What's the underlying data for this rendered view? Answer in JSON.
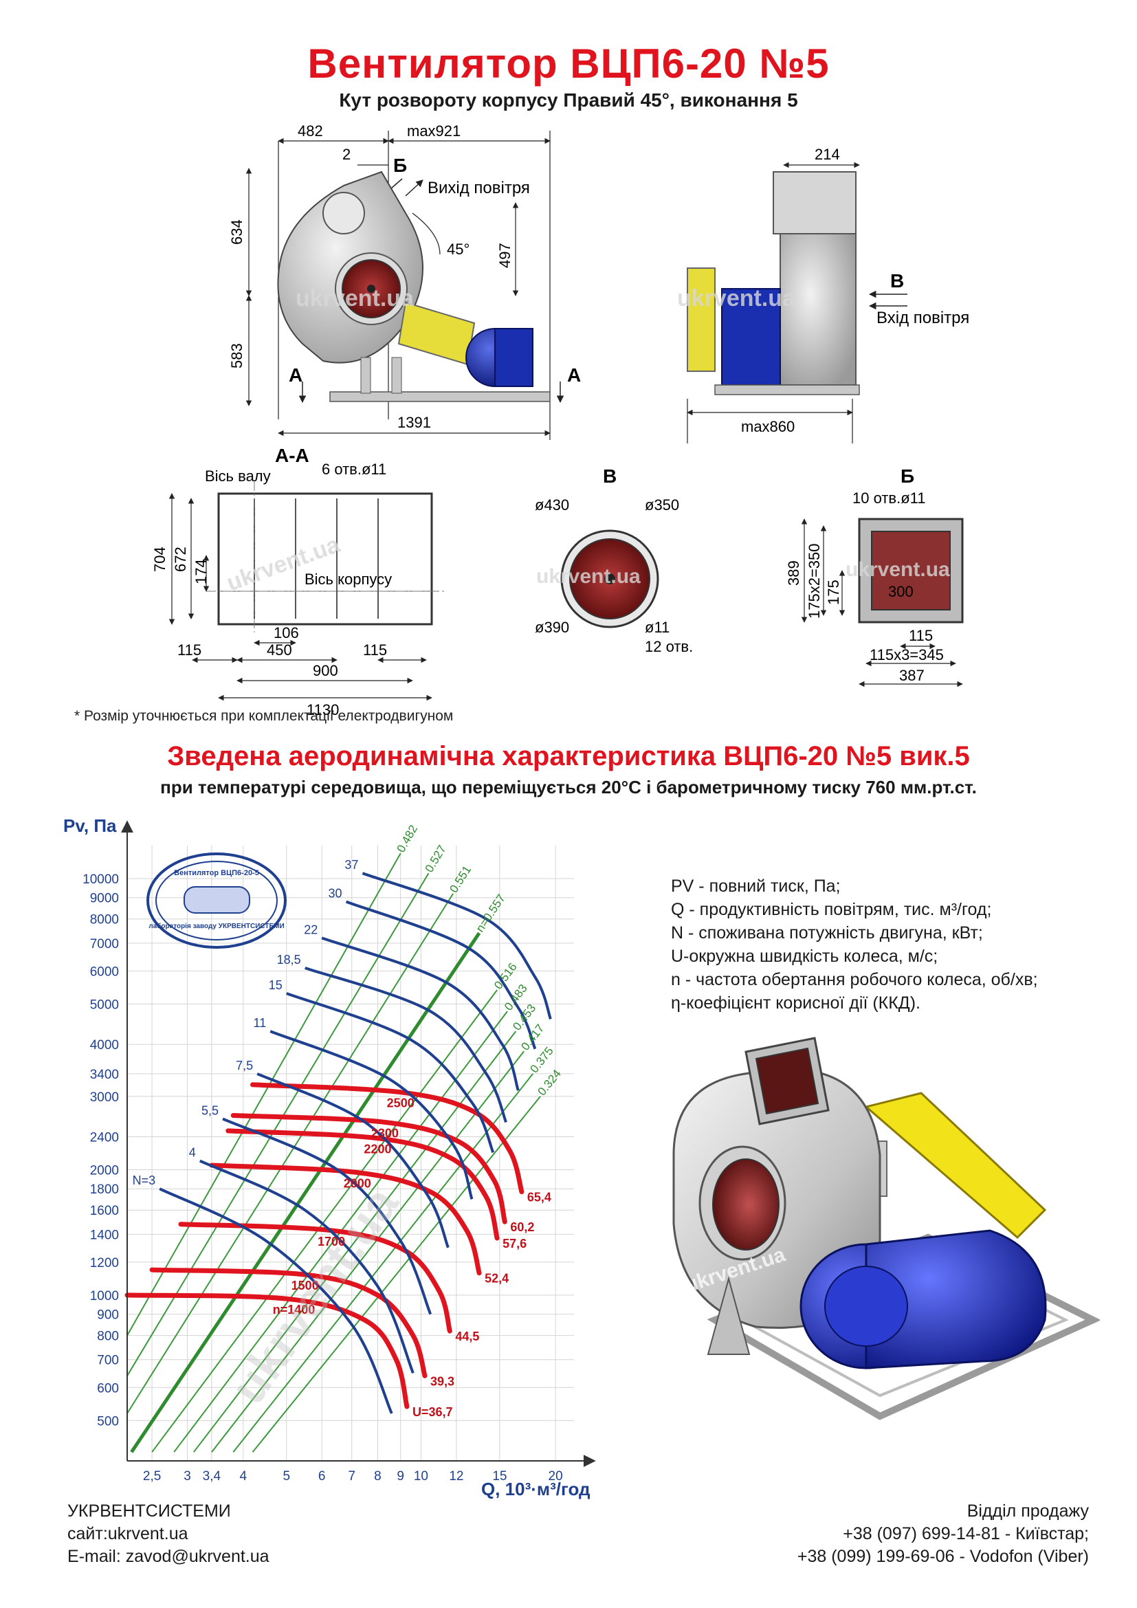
{
  "header": {
    "title": "Вентилятор  ВЦП6-20 №5",
    "subtitle": "Кут розвороту корпусу Правий 45°, виконання 5"
  },
  "drawings": {
    "front": {
      "d482": "482",
      "dmax921": "max921",
      "d2": "2",
      "labelB": "Б",
      "outlet": "Вихід повітря",
      "d634": "634",
      "d497": "497",
      "d45": "45°",
      "d583": "583",
      "labelA": "А",
      "d1391": "1391"
    },
    "side": {
      "d214": "214",
      "labelV": "В",
      "inlet": "Вхід повітря",
      "dmax860": "max860"
    },
    "aa": {
      "title": "А-А",
      "shaft_axis": "Вісь валу",
      "holes": "6 отв.ø11",
      "body_axis": "Вісь корпусу",
      "d704": "704",
      "d672": "672",
      "d174": "174",
      "d106": "106",
      "d450": "450",
      "d115a": "115",
      "d115b": "115",
      "d900": "900",
      "d1130": "1130"
    },
    "v": {
      "title": "В",
      "d430": "ø430",
      "d350": "ø350",
      "d390": "ø390",
      "d11": "ø11",
      "holes": "12 отв."
    },
    "b": {
      "title": "Б",
      "holes": "10 отв.ø11",
      "d389": "389",
      "d175x2": "175х2=350",
      "d175": "175",
      "d300": "300",
      "d115": "115",
      "d115x3": "115х3=345",
      "d387": "387"
    },
    "watermark": "ukrvent.ua"
  },
  "note": "* Розмір уточнюється при комплектації електродвигуном",
  "chart_section": {
    "title": "Зведена аеродинамічна характеристика ВЦП6-20 №5 вик.5",
    "subtitle": "при температурі середовища, що переміщується 20°С і барометричному тиску 760 мм.рт.ст."
  },
  "stamp": {
    "top": "Вентилятор ВЦП6-20-5",
    "bottom": "лабораторія заводу УКРВЕНТСИСТЕМИ"
  },
  "chart_data": {
    "type": "line",
    "xlabel": "Q, 10³·м³/год",
    "ylabel": "Pv, Па",
    "x_scale": "log",
    "y_scale": "log",
    "xlim": [
      2.2,
      22
    ],
    "ylim": [
      400,
      12000
    ],
    "x_ticks": [
      "2,5",
      "3",
      "3,4",
      "4",
      "5",
      "6",
      "7",
      "8",
      "9",
      "10",
      "12",
      "15",
      "20"
    ],
    "x_tick_values": [
      2.5,
      3,
      3.4,
      4,
      5,
      6,
      7,
      8,
      9,
      10,
      12,
      15,
      20
    ],
    "y_ticks": [
      "500",
      "600",
      "700",
      "800",
      "900",
      "1000",
      "1200",
      "1400",
      "1600",
      "1800",
      "2000",
      "2400",
      "3000",
      "3400",
      "4000",
      "5000",
      "6000",
      "7000",
      "8000",
      "9000",
      "10000"
    ],
    "y_tick_values": [
      500,
      600,
      700,
      800,
      900,
      1000,
      1200,
      1400,
      1600,
      1800,
      2000,
      2400,
      3000,
      3400,
      4000,
      5000,
      6000,
      7000,
      8000,
      9000,
      10000
    ],
    "grid": true,
    "power_curves": {
      "labels": [
        "N=3",
        "4",
        "5,5",
        "7,5",
        "11",
        "15",
        "18,5",
        "22",
        "30",
        "37"
      ],
      "color": "#1f3f8f",
      "series": [
        {
          "name": "N=3",
          "points": [
            [
              2.6,
              1800
            ],
            [
              4.5,
              1350
            ],
            [
              7.0,
              850
            ],
            [
              8.6,
              520
            ]
          ]
        },
        {
          "name": "4",
          "points": [
            [
              3.2,
              2100
            ],
            [
              5.5,
              1600
            ],
            [
              8.0,
              1050
            ],
            [
              9.6,
              650
            ]
          ]
        },
        {
          "name": "5,5",
          "points": [
            [
              3.6,
              2650
            ],
            [
              6.5,
              2000
            ],
            [
              9.0,
              1350
            ],
            [
              10.5,
              900
            ]
          ]
        },
        {
          "name": "7,5",
          "points": [
            [
              4.3,
              3400
            ],
            [
              7.5,
              2600
            ],
            [
              10.3,
              1750
            ],
            [
              11.5,
              1300
            ]
          ]
        },
        {
          "name": "11",
          "points": [
            [
              4.6,
              4300
            ],
            [
              8.5,
              3300
            ],
            [
              11.8,
              2300
            ],
            [
              13.0,
              1700
            ]
          ]
        },
        {
          "name": "15",
          "points": [
            [
              5.0,
              5300
            ],
            [
              9.5,
              4100
            ],
            [
              13.0,
              2900
            ],
            [
              14.5,
              2200
            ]
          ]
        },
        {
          "name": "18,5",
          "points": [
            [
              5.5,
              6100
            ],
            [
              10.5,
              4800
            ],
            [
              14.0,
              3400
            ],
            [
              15.5,
              2600
            ]
          ]
        },
        {
          "name": "22",
          "points": [
            [
              6.0,
              7200
            ],
            [
              11.5,
              5600
            ],
            [
              15.2,
              4000
            ],
            [
              16.5,
              3100
            ]
          ]
        },
        {
          "name": "30",
          "points": [
            [
              6.8,
              8800
            ],
            [
              12.8,
              6800
            ],
            [
              16.5,
              4900
            ],
            [
              18.0,
              3900
            ]
          ]
        },
        {
          "name": "37",
          "points": [
            [
              7.4,
              10300
            ],
            [
              14.0,
              8000
            ],
            [
              18.0,
              5800
            ],
            [
              19.5,
              4600
            ]
          ]
        }
      ]
    },
    "speed_curves": {
      "color": "#e0141e",
      "series": [
        {
          "name": "n=1400",
          "u_label": "U=36,7",
          "points": [
            [
              2.2,
              1000
            ],
            [
              5.0,
              980
            ],
            [
              7.5,
              870
            ],
            [
              8.8,
              700
            ],
            [
              9.3,
              540
            ]
          ]
        },
        {
          "name": "1500",
          "u_label": "39,3",
          "points": [
            [
              2.5,
              1150
            ],
            [
              5.5,
              1120
            ],
            [
              8.0,
              1000
            ],
            [
              9.6,
              800
            ],
            [
              10.2,
              640
            ]
          ]
        },
        {
          "name": "1700",
          "u_label": "44,5",
          "points": [
            [
              2.9,
              1480
            ],
            [
              6.3,
              1430
            ],
            [
              9.2,
              1280
            ],
            [
              11.0,
              1020
            ],
            [
              11.6,
              820
            ]
          ]
        },
        {
          "name": "2000",
          "u_label": "52,4",
          "points": [
            [
              3.4,
              2050
            ],
            [
              7.2,
              1970
            ],
            [
              10.6,
              1760
            ],
            [
              12.7,
              1420
            ],
            [
              13.5,
              1130
            ]
          ]
        },
        {
          "name": "2200",
          "u_label": "57,6",
          "points": [
            [
              3.7,
              2480
            ],
            [
              8.0,
              2380
            ],
            [
              11.7,
              2130
            ],
            [
              14.0,
              1720
            ],
            [
              14.8,
              1370
            ]
          ]
        },
        {
          "name": "2300",
          "u_label": "60,2",
          "points": [
            [
              3.8,
              2700
            ],
            [
              8.3,
              2600
            ],
            [
              12.2,
              2330
            ],
            [
              14.6,
              1880
            ],
            [
              15.4,
              1500
            ]
          ]
        },
        {
          "name": "2500",
          "u_label": "65,4",
          "points": [
            [
              4.2,
              3200
            ],
            [
              9.0,
              3070
            ],
            [
              13.2,
              2750
            ],
            [
              15.8,
              2220
            ],
            [
              16.8,
              1770
            ]
          ]
        }
      ]
    },
    "efficiency_lines": {
      "color": "#3c9a3c",
      "highlight_color": "#2e8b2e",
      "series": [
        {
          "name": "0.324",
          "points": [
            [
              4.2,
              420
            ],
            [
              18.5,
              3000
            ]
          ]
        },
        {
          "name": "0.375",
          "points": [
            [
              3.8,
              420
            ],
            [
              17.8,
              3400
            ]
          ]
        },
        {
          "name": "0.417",
          "points": [
            [
              3.4,
              420
            ],
            [
              17.0,
              3850
            ]
          ]
        },
        {
          "name": "0.453",
          "points": [
            [
              3.1,
              420
            ],
            [
              16.3,
              4300
            ]
          ]
        },
        {
          "name": "0.483",
          "points": [
            [
              2.8,
              420
            ],
            [
              15.6,
              4800
            ]
          ]
        },
        {
          "name": "0.516",
          "points": [
            [
              2.5,
              420
            ],
            [
              14.8,
              5400
            ]
          ]
        },
        {
          "name": "n=0.557",
          "points": [
            [
              2.25,
              420
            ],
            [
              13.5,
              7400
            ]
          ]
        },
        {
          "name": "0.551",
          "points": [
            [
              2.2,
              520
            ],
            [
              11.8,
              9200
            ]
          ]
        },
        {
          "name": "0.527",
          "points": [
            [
              2.2,
              640
            ],
            [
              10.4,
              10300
            ]
          ]
        },
        {
          "name": "0.482",
          "points": [
            [
              2.2,
              800
            ],
            [
              9.0,
              11500
            ]
          ]
        }
      ]
    }
  },
  "legend": [
    "PV - повний тиск, Па;",
    "Q - продуктивність повітрям, тис. м³/год;",
    "N - споживана потужність двигуна, кВт;",
    "U-окружна швидкість колеса, м/с;",
    "n - частота обертання робочого колеса, об/хв;",
    "η-коефіцієнт корисної дії (ККД)."
  ],
  "footer": {
    "company": "УКРВЕНТСИСТЕМИ",
    "site": "сайт:ukrvent.ua",
    "email": "E-mail: zavod@ukrvent.ua",
    "sales_title": "Відділ продажу",
    "phone1": "+38 (097) 699-14-81 - Київстар;",
    "phone2": "+38 (099) 199-69-06 - Vodofon (Viber)"
  },
  "colors": {
    "accent_red": "#e0141e",
    "curve_blue": "#1f3f8f",
    "eff_green": "#3c9a3c",
    "motor_blue": "#1a2fb0",
    "belt_yellow": "#f2e21a",
    "inlet_red": "#8c1c1c"
  }
}
